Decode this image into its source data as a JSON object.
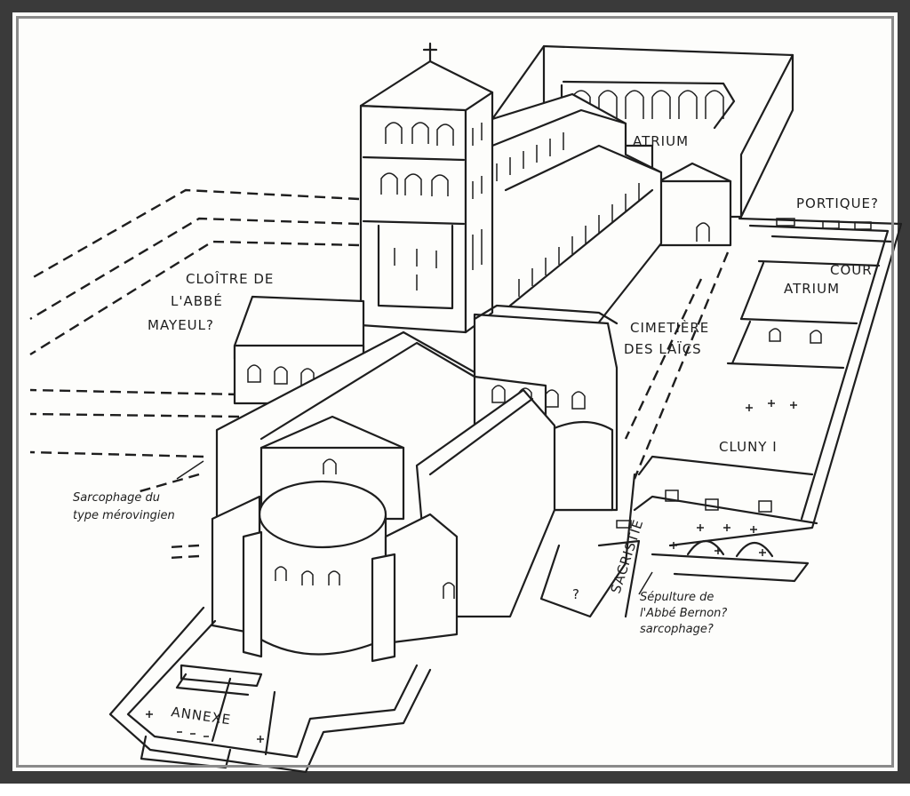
{
  "labels": {
    "atrium_top": "ATRIUM",
    "portique": "PORTIQUE?",
    "cour": "COUR",
    "atrium_right": "ATRIUM",
    "cloitre_1": "CLOÎTRE DE",
    "cloitre_2": "L'ABBÉ",
    "cloitre_3": "MAYEUL?",
    "cimetiere_1": "CIMETIÈRE",
    "cimetiere_2": "DES LAÏCS",
    "cluny": "CLUNY I",
    "sarcophage_1": "Sarcophage du",
    "sarcophage_2": "type mérovingien",
    "sacristie": "SACRISTIE",
    "sepulture_1": "Sépulture de",
    "sepulture_2": "l'Abbé Bernon?",
    "sepulture_3": "sarcophage?",
    "annexe": "ANNEXE",
    "question_mark": "?"
  }
}
